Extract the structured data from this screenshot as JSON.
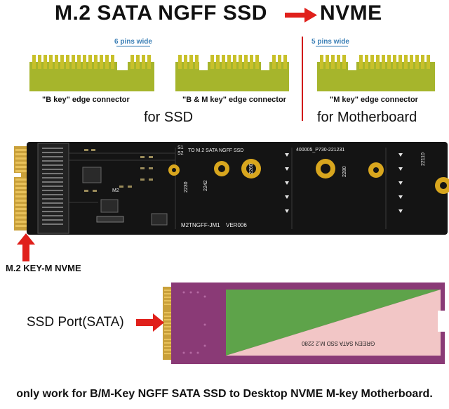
{
  "title": {
    "left": "M.2 SATA NGFF SSD",
    "right": "NVME"
  },
  "connectors": [
    {
      "label": "\"B key\" edge connector",
      "note": "6 pins wide"
    },
    {
      "label": "\"B & M key\" edge connector",
      "note": ""
    },
    {
      "label": "\"M key\" edge connector",
      "note": "5 pins wide"
    }
  ],
  "sections": {
    "for_ssd": "for SSD",
    "for_motherboard": "for Motherboard"
  },
  "board": {
    "s1": "S1",
    "s2": "S2",
    "to_label": "TO M.2 SATA NGFF SSD",
    "model": "M2TNGFF-JM1",
    "version": "VER006",
    "m2": "M2",
    "part": "400005_P730-221231",
    "sizes": [
      "2230",
      "2242",
      "2260",
      "2280",
      "22110"
    ],
    "colors": {
      "pcb": "#141414",
      "gold": "#d8a61e",
      "trace": "#3a3a3a"
    }
  },
  "labels": {
    "key_m": "M.2 KEY-M NVME",
    "ssd_port": "SSD Port(SATA)"
  },
  "ssd": {
    "text": "GREEN SATA SSD M.2 2280",
    "colors": {
      "pcb": "#8a3a76",
      "green": "#5ea34a",
      "pink": "#f2c6c6"
    }
  },
  "footer": "only work for B/M-Key NGFF SATA SSD to Desktop NVME M-key Motherboard."
}
